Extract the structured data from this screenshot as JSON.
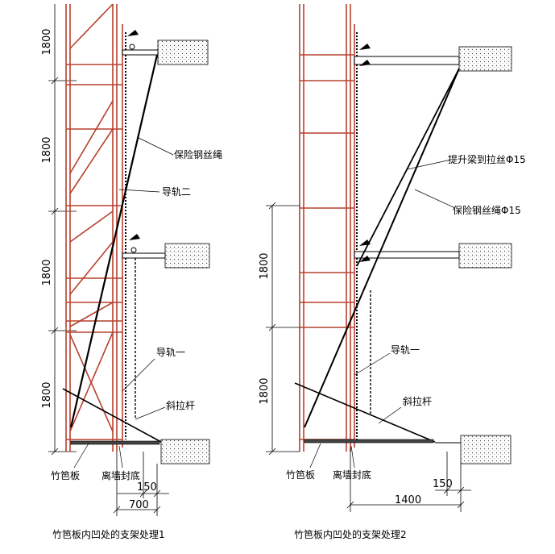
{
  "diagram_left": {
    "caption": "竹笆板内凹处的支架处理1",
    "vertical_dimensions": [
      "1800",
      "1800",
      "1800",
      "1800"
    ],
    "horizontal_dimensions": [
      "150",
      "700"
    ],
    "labels": {
      "safety_wire": "保险钢丝绳",
      "guide_rail_2": "导轨二",
      "guide_rail_1": "导轨一",
      "diagonal_rod": "斜拉杆",
      "bamboo_board": "竹笆板",
      "wall_seal": "离墙封底"
    }
  },
  "diagram_right": {
    "caption": "竹笆板内凹处的支架处理2",
    "vertical_dimensions": [
      "1800",
      "1800"
    ],
    "horizontal_dimensions": [
      "150",
      "1400"
    ],
    "labels": {
      "lift_beam_wire": "提升梁到拉丝Φ15",
      "safety_wire": "保险钢丝绳Φ15",
      "guide_rail_1": "导轨一",
      "diagonal_rod": "斜拉杆",
      "bamboo_board": "竹笆板",
      "wall_seal": "离墙封底"
    }
  },
  "colors": {
    "frame": "#b7412f",
    "ink": "#000000",
    "hatch": "#444444"
  }
}
